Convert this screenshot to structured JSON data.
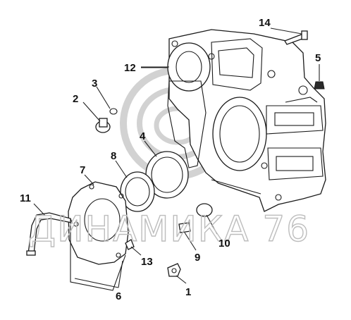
{
  "watermark": {
    "text": "ДИНАМИКА 76"
  },
  "diagram": {
    "callouts": [
      "1",
      "2",
      "3",
      "4",
      "5",
      "6",
      "7",
      "8",
      "9",
      "10",
      "11",
      "12",
      "13",
      "14"
    ]
  }
}
